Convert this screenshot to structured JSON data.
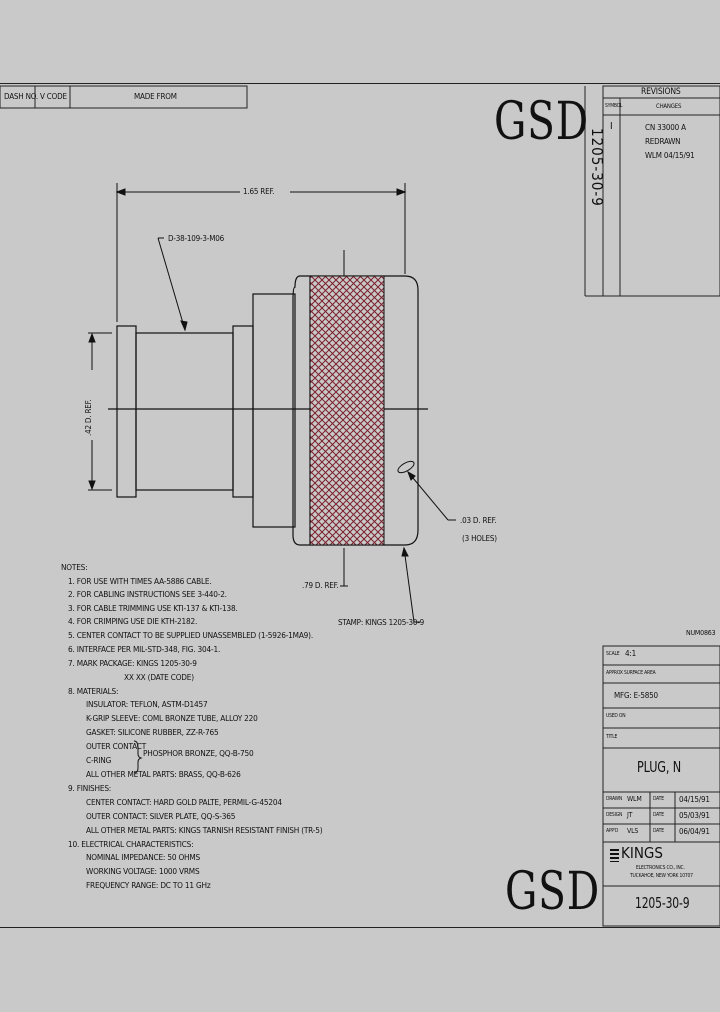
{
  "header": {
    "dash_no": "DASH NO.",
    "v_code": "V CODE",
    "made_from": "MADE FROM"
  },
  "logo_top": "GSD",
  "logo_bottom": "GSD",
  "side_part_number": "1205-30-9",
  "revisions": {
    "title": "REVISIONS",
    "col_sym": "SYMBOL",
    "col_changes": "CHANGES",
    "rows": [
      {
        "sym": "I",
        "changes": [
          "CN 33000 A",
          "REDRAWN",
          "WLM 04/15/91"
        ]
      }
    ]
  },
  "drawing": {
    "dim_length": "1.65 REF.",
    "spec_label": "D-38-109-3-M06",
    "dim_dia_left": ".42 D. REF.",
    "dim_holes": ".03 D. REF.",
    "dim_holes_count": "(3 HOLES)",
    "dim_dia_bottom": ".79 D. REF.",
    "stamp": "STAMP: KINGS 1205-30-9"
  },
  "notes": {
    "title": "NOTES:",
    "lines": [
      "1. FOR USE WITH TIMES AA-5886 CABLE.",
      "2. FOR CABLING INSTRUCTIONS SEE 3-440-2.",
      "3. FOR CABLE TRIMMING USE KTI-137 & KTI-138.",
      "4. FOR CRIMPING USE DIE KTH-2182.",
      "5. CENTER CONTACT TO BE SUPPLIED UNASSEMBLED (1-5926-1MA9).",
      "6. INTERFACE PER MIL-STD-348, FIG. 304-1.",
      "7. MARK PACKAGE: KINGS 1205-30-9",
      "XX XX (DATE CODE)",
      "8. MATERIALS:",
      "INSULATOR: TEFLON, ASTM-D1457",
      "K-GRIP SLEEVE: COML BRONZE TUBE, ALLOY 220",
      "GASKET: SILICONE RUBBER, ZZ-R-765",
      "OUTER CONTACT",
      "C-RING",
      "PHOSPHOR BRONZE, QQ-B-750",
      "ALL OTHER METAL PARTS: BRASS, QQ-B-626",
      "9. FINISHES:",
      "CENTER CONTACT: HARD GOLD PALTE, PERMIL-G-45204",
      "OUTER CONTACT: SILVER PLATE, QQ-S-365",
      "ALL OTHER METAL PARTS: KINGS TARNISH RESISTANT FINISH (TR-5)",
      "10. ELECTRICAL CHARACTERISTICS:",
      "NOMINAL IMPEDANCE: 50 OHMS",
      "WORKING VOLTAGE: 1000 VRMS",
      "FREQUENCY RANGE: DC TO 11 GHz"
    ]
  },
  "drawing_code": "NUM0863",
  "title_block": {
    "scale_label": "SCALE",
    "scale_value": "4:1",
    "approx_label": "APPROX SURFACE AREA",
    "mfg_value": "MFG: E-5850",
    "used_on_label": "USED ON",
    "title_label": "TITLE",
    "title_value": "PLUG, N",
    "rows": [
      {
        "role": "DRAWN",
        "init": "WLM",
        "date_label": "DATE",
        "date": "04/15/91"
      },
      {
        "role": "DESIGN",
        "init": "JT",
        "date_label": "DATE",
        "date": "05/03/91"
      },
      {
        "role": "APP'D",
        "init": "VLS",
        "date_label": "DATE",
        "date": "06/04/91"
      }
    ],
    "company": "KINGS",
    "company_sub1": "ELECTRONICS CO., INC.",
    "company_sub2": "TUCKAHOE, NEW YORK 10707",
    "part_number": "1205-30-9"
  }
}
